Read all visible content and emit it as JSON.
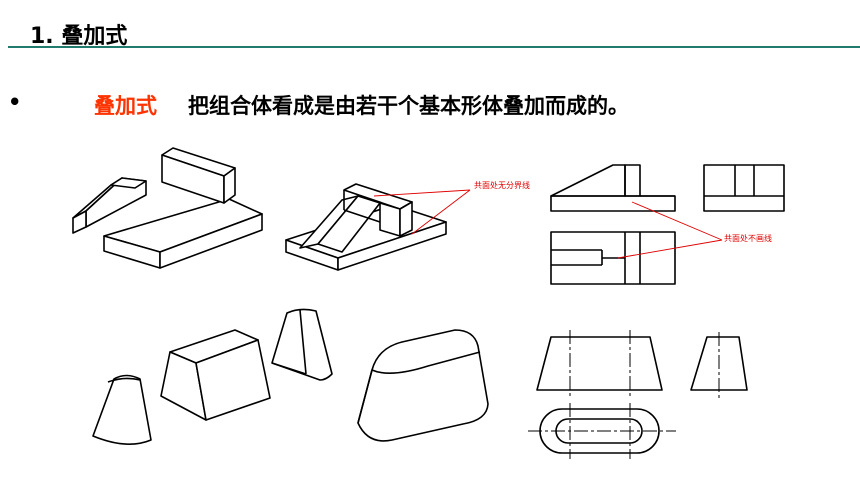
{
  "header": {
    "title": "1. 叠加式"
  },
  "content": {
    "bullet": "•",
    "term": "叠加式",
    "definition": "把组合体看成是由若干个基本形体叠加而成的。"
  },
  "annotations": {
    "coplanar_no_boundary": "共面处无分界线",
    "coplanar_no_line": "共面处不画线"
  },
  "colors": {
    "accent_rule": "#1e7b6e",
    "term": "#ff3300",
    "annotation": "#e00000"
  }
}
